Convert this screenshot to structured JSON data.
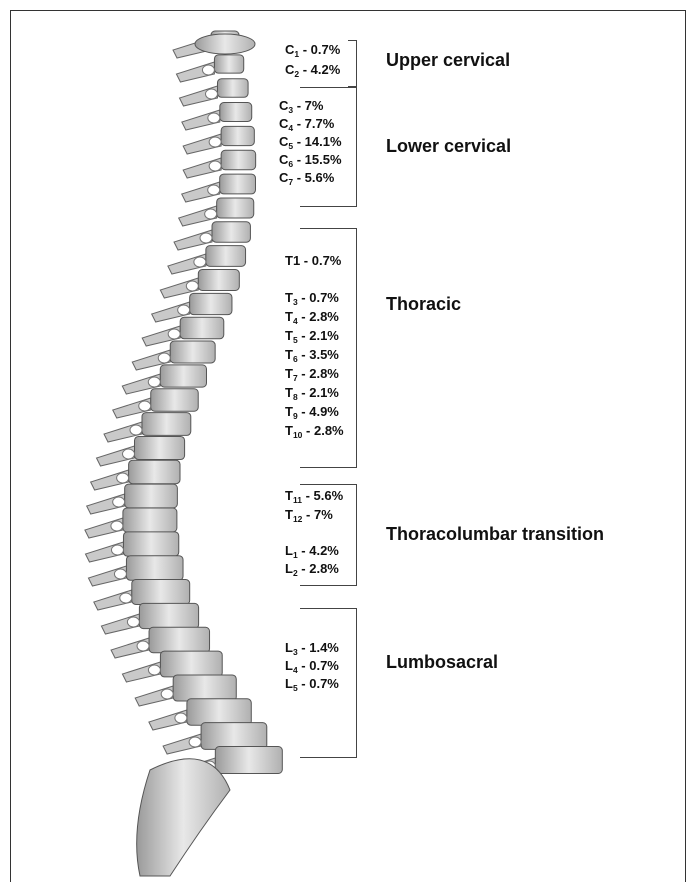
{
  "regions": [
    {
      "name": "Upper cervical"
    },
    {
      "name": "Lower cervical"
    },
    {
      "name": "Thoracic"
    },
    {
      "name": "Thoracolumbar transition"
    },
    {
      "name": "Lumbosacral"
    }
  ],
  "levels": [
    {
      "letter": "C",
      "sub": "1",
      "pct": "0.7%"
    },
    {
      "letter": "C",
      "sub": "2",
      "pct": "4.2%"
    },
    {
      "letter": "C",
      "sub": "3",
      "pct": "7%"
    },
    {
      "letter": "C",
      "sub": "4",
      "pct": "7.7%"
    },
    {
      "letter": "C",
      "sub": "5",
      "pct": "14.1%"
    },
    {
      "letter": "C",
      "sub": "6",
      "pct": "15.5%"
    },
    {
      "letter": "C",
      "sub": "7",
      "pct": "5.6%"
    },
    {
      "letter": "T1",
      "sub": "",
      "pct": "0.7%"
    },
    {
      "letter": "T",
      "sub": "3",
      "pct": "0.7%"
    },
    {
      "letter": "T",
      "sub": "4",
      "pct": "2.8%"
    },
    {
      "letter": "T",
      "sub": "5",
      "pct": "2.1%"
    },
    {
      "letter": "T",
      "sub": "6",
      "pct": "3.5%"
    },
    {
      "letter": "T",
      "sub": "7",
      "pct": "2.8%"
    },
    {
      "letter": "T",
      "sub": "8",
      "pct": "2.1%"
    },
    {
      "letter": "T",
      "sub": "9",
      "pct": "4.9%"
    },
    {
      "letter": "T",
      "sub": "10",
      "pct": "2.8%"
    },
    {
      "letter": "T",
      "sub": "11",
      "pct": "5.6%"
    },
    {
      "letter": "T",
      "sub": "12",
      "pct": "7%"
    },
    {
      "letter": "L",
      "sub": "1",
      "pct": "4.2%"
    },
    {
      "letter": "L",
      "sub": "2",
      "pct": "2.8%"
    },
    {
      "letter": "L",
      "sub": "3",
      "pct": "1.4%"
    },
    {
      "letter": "L",
      "sub": "4",
      "pct": "0.7%"
    },
    {
      "letter": "L",
      "sub": "5",
      "pct": "0.7%"
    }
  ]
}
